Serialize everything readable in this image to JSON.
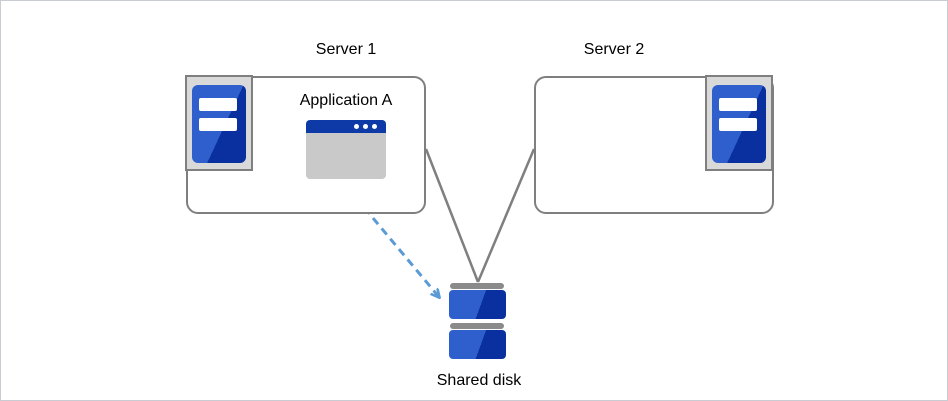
{
  "diagram": {
    "nodes": {
      "server1": {
        "label": "Server 1"
      },
      "server2": {
        "label": "Server 2"
      },
      "application": {
        "label": "Application A"
      },
      "shared_disk": {
        "label": "Shared disk"
      }
    },
    "icons": {
      "server1": "server-tower-icon",
      "server2": "server-tower-icon",
      "application": "app-window-icon",
      "shared_disk": "disk-stack-icon"
    },
    "connectors": {
      "server1_to_disk": {
        "type": "solid-line",
        "color": "#7f7f7f"
      },
      "server2_to_disk": {
        "type": "solid-line",
        "color": "#7f7f7f"
      },
      "application_to_disk": {
        "type": "dashed-arrow",
        "color": "#5b9bd5"
      }
    },
    "colors": {
      "box_border": "#7f7f7f",
      "icon_background": "#d9d9d9",
      "server_blue_light": "#2e5fcc",
      "server_blue_dark": "#0a2f9e",
      "window_titlebar_blue": "#0d3aa6",
      "window_body_gray": "#c9c9c9",
      "disk_cap_gray": "#8a8a8a",
      "frame_border": "#c9cdd3"
    }
  }
}
